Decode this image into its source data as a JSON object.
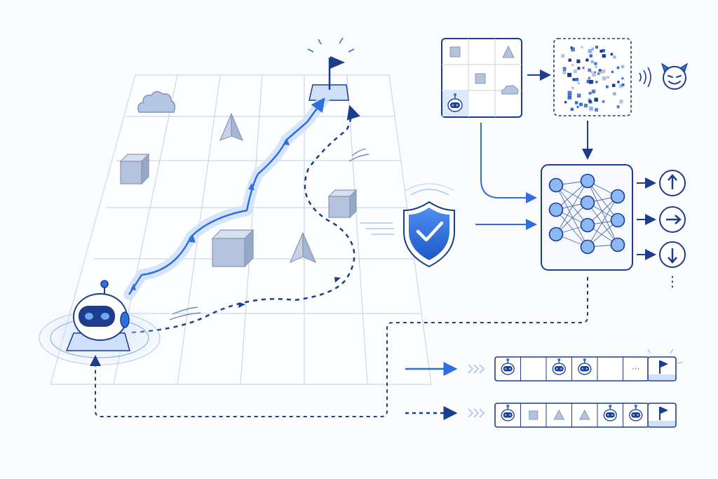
{
  "colors": {
    "navy": "#1b3d8c",
    "blue": "#2f6ee0",
    "light_blue": "#a9c8f3",
    "glow": "#cfe0fa",
    "grid": "#cdd6e6",
    "box_face": "#b5c3dc",
    "box_top": "#d7e0ee",
    "box_side": "#97a8c7"
  },
  "icons": {
    "agent": "robot-icon",
    "goal": "flag-icon",
    "adversary": "devil-icon",
    "safety": "shield-check-icon",
    "policy": "neural-network-icon",
    "perturbation": "noise-icon"
  },
  "action_outputs": [
    "up-arrow-icon",
    "right-arrow-icon",
    "down-arrow-icon"
  ],
  "more_actions_symbol": "⋮",
  "trajectory_strip_safe": [
    "robot",
    "empty",
    "robot",
    "robot",
    "empty",
    "ellipsis",
    "flag"
  ],
  "trajectory_strip_risky": [
    "robot",
    "box",
    "pyramid",
    "pyramid",
    "robot",
    "robot",
    "flag"
  ],
  "strip_ellipsis": "···",
  "legend_lines": [
    "solid",
    "dashed"
  ]
}
